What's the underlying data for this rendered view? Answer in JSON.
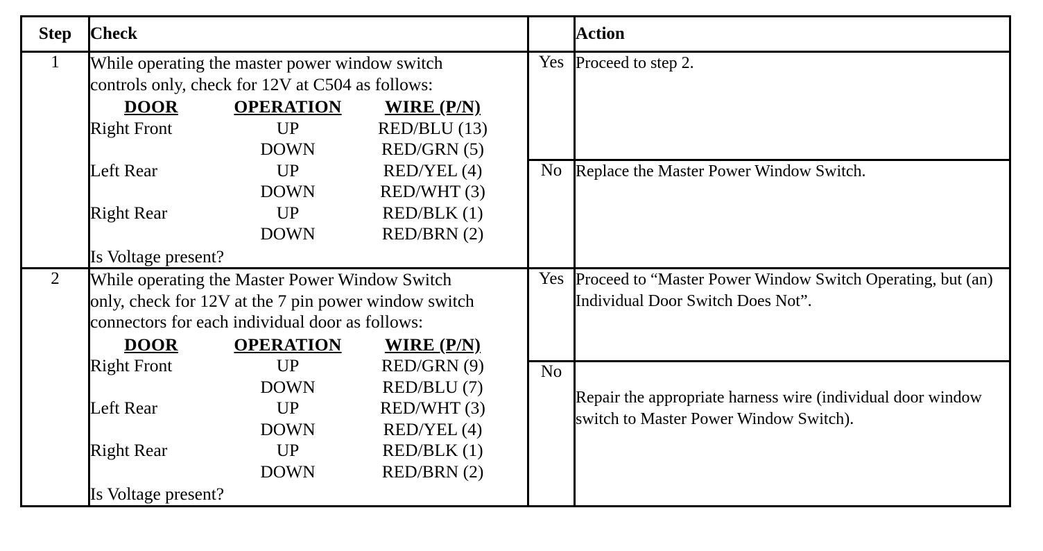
{
  "table": {
    "headers": {
      "step": "Step",
      "check": "Check",
      "yesno": "",
      "action": "Action"
    },
    "wire_headers": {
      "door": "DOOR",
      "operation": "OPERATION",
      "wire": "WIRE (P/N)"
    },
    "rows": [
      {
        "step": "1",
        "check": {
          "intro_line1": "While operating the master power window switch",
          "intro_line2": "controls only, check for 12V at C504 as follows:",
          "wires": [
            {
              "door": "Right Front",
              "operation": "UP",
              "wire": "RED/BLU (13)"
            },
            {
              "door": "",
              "operation": "DOWN",
              "wire": "RED/GRN (5)"
            },
            {
              "door": "Left Rear",
              "operation": "UP",
              "wire": "RED/YEL (4)"
            },
            {
              "door": "",
              "operation": "DOWN",
              "wire": "RED/WHT (3)"
            },
            {
              "door": "Right Rear",
              "operation": "UP",
              "wire": "RED/BLK (1)"
            },
            {
              "door": "",
              "operation": "DOWN",
              "wire": "RED/BRN (2)"
            }
          ],
          "question": "Is Voltage present?"
        },
        "outcomes": [
          {
            "label": "Yes",
            "action": "Proceed to step 2."
          },
          {
            "label": "No",
            "action": "Replace the Master Power Window Switch."
          }
        ]
      },
      {
        "step": "2",
        "check": {
          "intro_line1": "While operating the Master Power Window Switch",
          "intro_line2": "only, check for 12V at the 7 pin power window switch",
          "intro_line3": "connectors for each individual door as follows:",
          "wires": [
            {
              "door": "Right Front",
              "operation": "UP",
              "wire": "RED/GRN (9)"
            },
            {
              "door": "",
              "operation": "DOWN",
              "wire": "RED/BLU (7)"
            },
            {
              "door": "Left Rear",
              "operation": "UP",
              "wire": "RED/WHT (3)"
            },
            {
              "door": "",
              "operation": "DOWN",
              "wire": "RED/YEL (4)"
            },
            {
              "door": "Right Rear",
              "operation": "UP",
              "wire": "RED/BLK (1)"
            },
            {
              "door": "",
              "operation": "DOWN",
              "wire": "RED/BRN (2)"
            }
          ],
          "question": "Is Voltage present?"
        },
        "outcomes": [
          {
            "label": "Yes",
            "action": "Proceed to “Master Power Window Switch Operating, but (an) Individual Door Switch Does Not”."
          },
          {
            "label": "No",
            "action": "Repair the appropriate harness wire (individual door window switch to Master Power Window Switch)."
          }
        ]
      }
    ]
  },
  "colors": {
    "border": "#000000",
    "text": "#000000",
    "background": "#ffffff"
  }
}
